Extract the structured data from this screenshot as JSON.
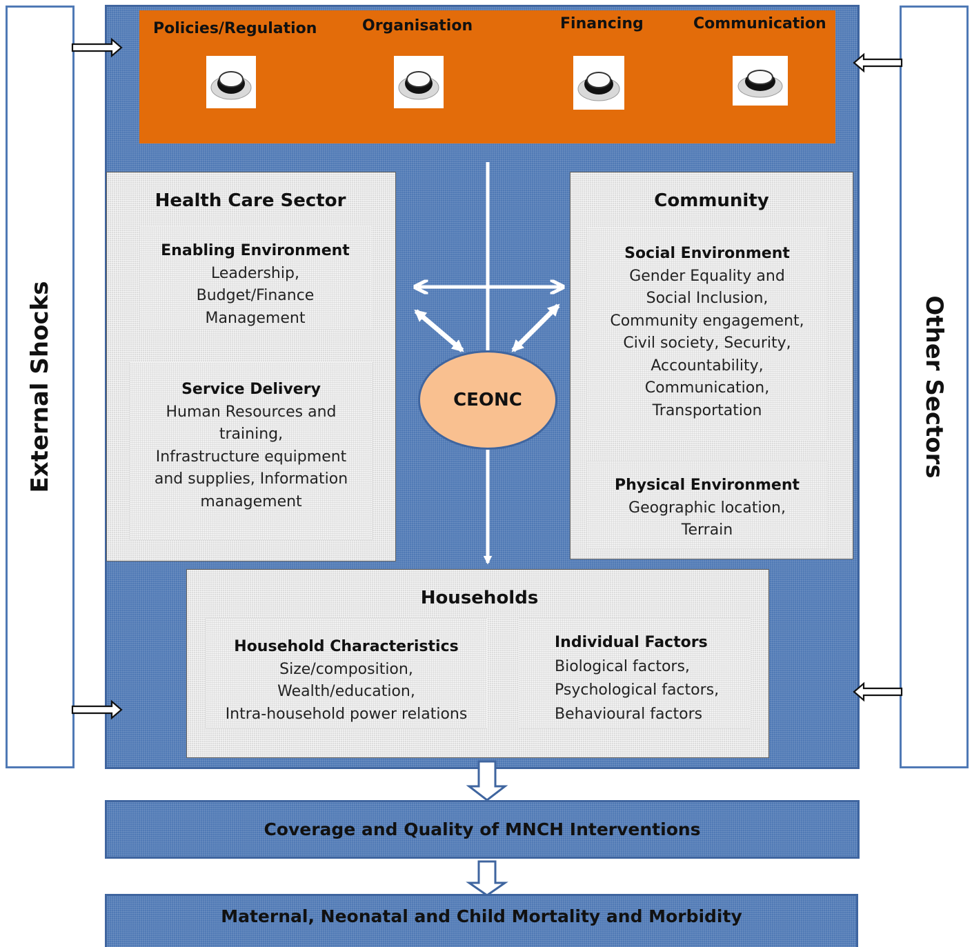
{
  "side_left": {
    "label": "External Shocks"
  },
  "side_right": {
    "label": "Other Sectors"
  },
  "levers": [
    {
      "label": "Policies/Regulation"
    },
    {
      "label": "Organisation"
    },
    {
      "label": "Financing"
    },
    {
      "label": "Communication"
    }
  ],
  "health_care": {
    "title": "Health Care Sector",
    "enabling": {
      "heading": "Enabling Environment",
      "lines": [
        "Leadership,",
        "Budget/Finance",
        "Management"
      ]
    },
    "service": {
      "heading": "Service Delivery",
      "lines": [
        "Human Resources and",
        "training,",
        "Infrastructure equipment",
        "and supplies, Information",
        "management"
      ]
    }
  },
  "community": {
    "title": "Community",
    "social": {
      "heading": "Social Environment",
      "lines": [
        "Gender Equality and",
        "Social Inclusion,",
        "Community engagement,",
        "Civil society, Security,",
        "Accountability,",
        "Communication,",
        "Transportation"
      ]
    },
    "physical": {
      "heading": "Physical Environment",
      "lines": [
        "Geographic location,",
        "Terrain"
      ]
    }
  },
  "center": {
    "label": "CEONC"
  },
  "households": {
    "title": "Households",
    "characteristics": {
      "heading": "Household Characteristics",
      "lines": [
        "Size/composition,",
        "Wealth/education,",
        "Intra-household power relations"
      ]
    },
    "individual": {
      "heading": "Individual Factors",
      "lines": [
        "Biological factors,",
        "Psychological factors,",
        "Behavioural factors"
      ]
    }
  },
  "outcome1": {
    "label": "Coverage and Quality of MNCH Interventions"
  },
  "outcome2": {
    "label": "Maternal, Neonatal and Child Mortality and Morbidity"
  },
  "colors": {
    "orange": "#e36c0a",
    "blue": "#4f79b5",
    "ellipse": "#f9c090"
  }
}
